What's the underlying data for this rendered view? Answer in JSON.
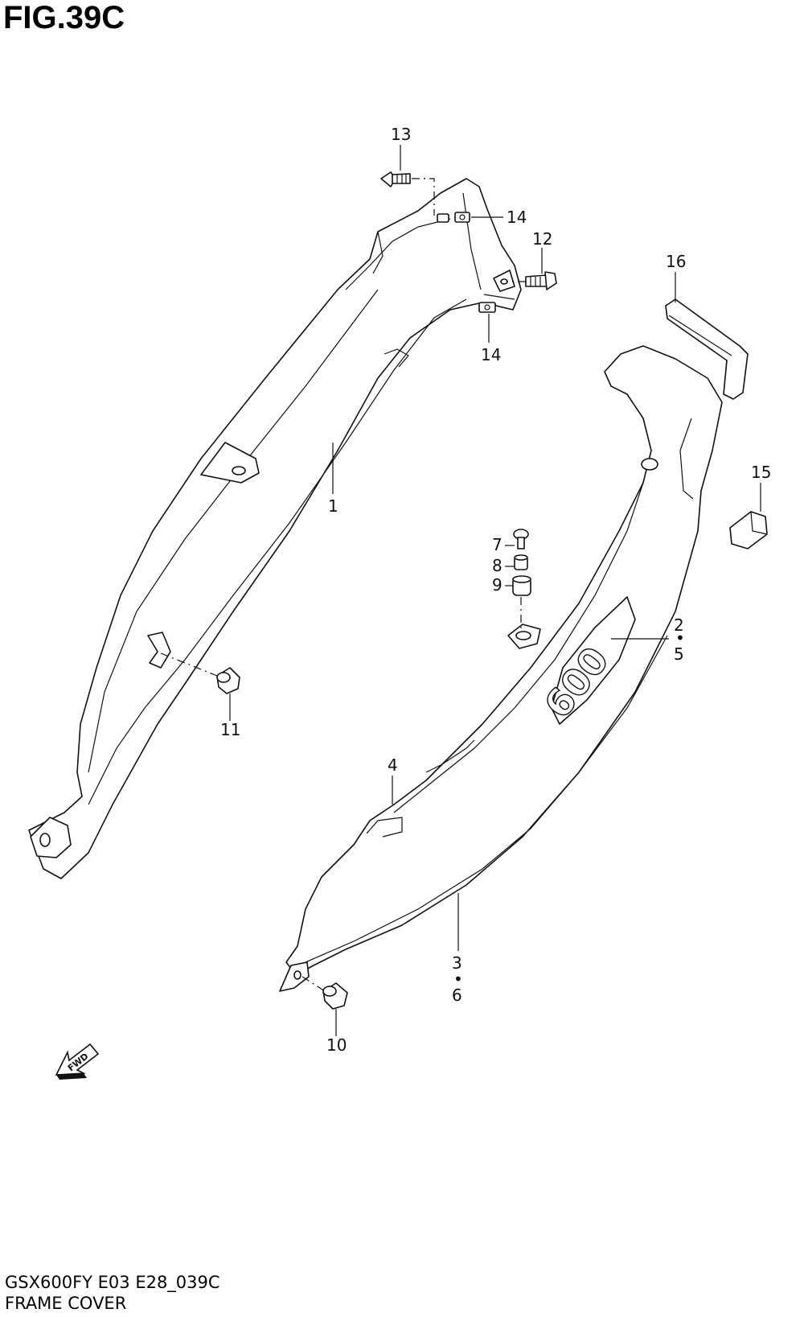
{
  "figure": {
    "title": "FIG.39C",
    "model_code": "GSX600FY E03 E28_039C",
    "section_name": "FRAME COVER"
  },
  "fwd_label": "FWD",
  "callouts": {
    "c1": "1",
    "c2": "2",
    "c3": "3",
    "c4": "4",
    "c5": "5",
    "c6": "6",
    "c7": "7",
    "c8": "8",
    "c9": "9",
    "c10": "10",
    "c11": "11",
    "c12": "12",
    "c13": "13",
    "c14a": "14",
    "c14b": "14",
    "c15": "15",
    "c16": "16",
    "dot_a": "•",
    "dot_b": "•"
  },
  "emblem_text": "600",
  "colors": {
    "line": "#111111",
    "background": "#ffffff"
  }
}
